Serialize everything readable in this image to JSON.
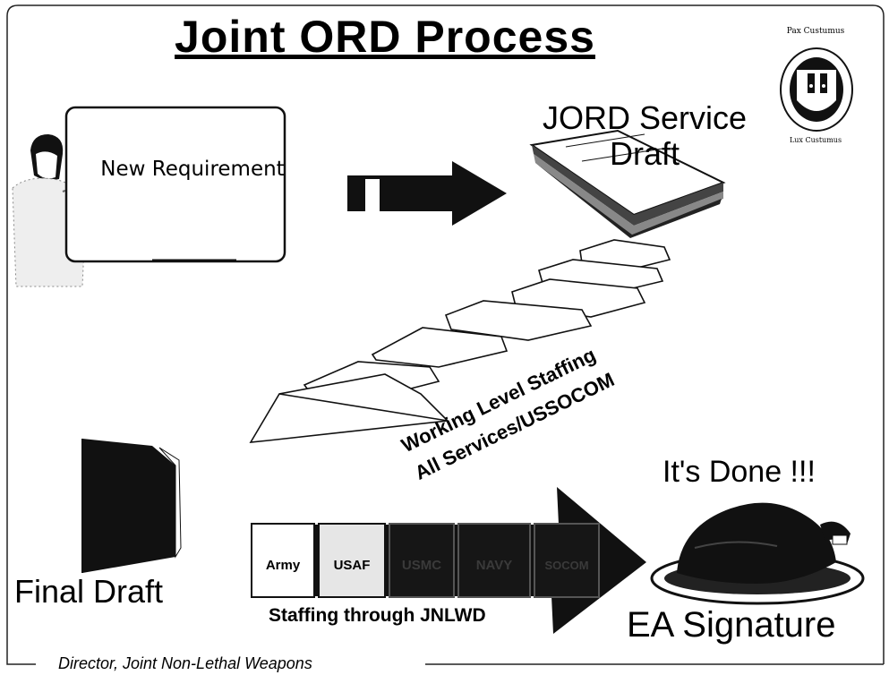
{
  "slide": {
    "title": "Joint ORD Process",
    "new_requirement": "New Requirement",
    "jord_service_draft": "JORD Service Draft",
    "working_level_line1": "Working Level Staffing",
    "working_level_line2": "All Services/USSOCOM",
    "final_draft": "Final Draft",
    "its_done": "It's Done !!!",
    "ea_signature": "EA Signature",
    "staffing_label": "Staffing through JNLWD",
    "staffing_boxes": [
      "Army",
      "USAF",
      "USMC",
      "NAVY",
      "SOCOM"
    ],
    "footer": "Director, Joint Non-Lethal Weapons",
    "seal_top_text": "Pax Custumus",
    "seal_bottom_text": "Lux Custumus"
  }
}
